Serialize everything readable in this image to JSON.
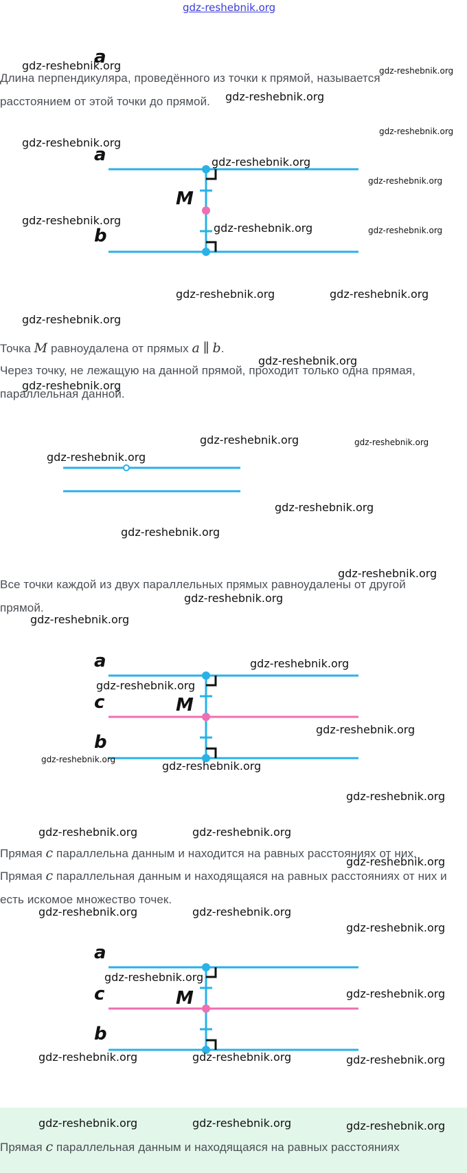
{
  "header": {
    "site_link": "gdz-reshebnik.org"
  },
  "watermark": "gdz-reshebnik.org",
  "paragraphs": {
    "p1": "Длина перпендикуляра, проведённого из точки к прямой, называется расстоянием от этой точки до прямой.",
    "p2_pre": "Точка ",
    "p2_m": "M",
    "p2_mid": " равноудалена от прямых ",
    "p2_a": "a",
    "p2_par": "∥",
    "p2_b": "b",
    "p2_end": ".",
    "p3": "Через точку, не лежащую на данной прямой, проходит только одна прямая, параллельная данной.",
    "p4": "Все точки каждой из двух параллельных прямых равноудалены от другой прямой.",
    "p5_pre": "Прямая ",
    "p5_c": "c",
    "p5_post": " параллельна данным и находится на равных расстояниях от них.",
    "p6_pre": "Прямая ",
    "p6_c": "c",
    "p6_post": " параллельная данным и находящаяся на равных расстояниях от них и есть искомое множество точек.",
    "p7_pre": "Прямая ",
    "p7_c": "c",
    "p7_post": " параллельная данным и находящаяся на равных расстояниях"
  },
  "diagram_labels": {
    "a": "a",
    "b": "b",
    "c": "c",
    "m": "M"
  },
  "colors": {
    "blue_line": "#29b1e8",
    "pink_line": "#ee6fb4",
    "point_pink": "#ee6fb4",
    "highlight_bg": "#e3f6ea"
  }
}
